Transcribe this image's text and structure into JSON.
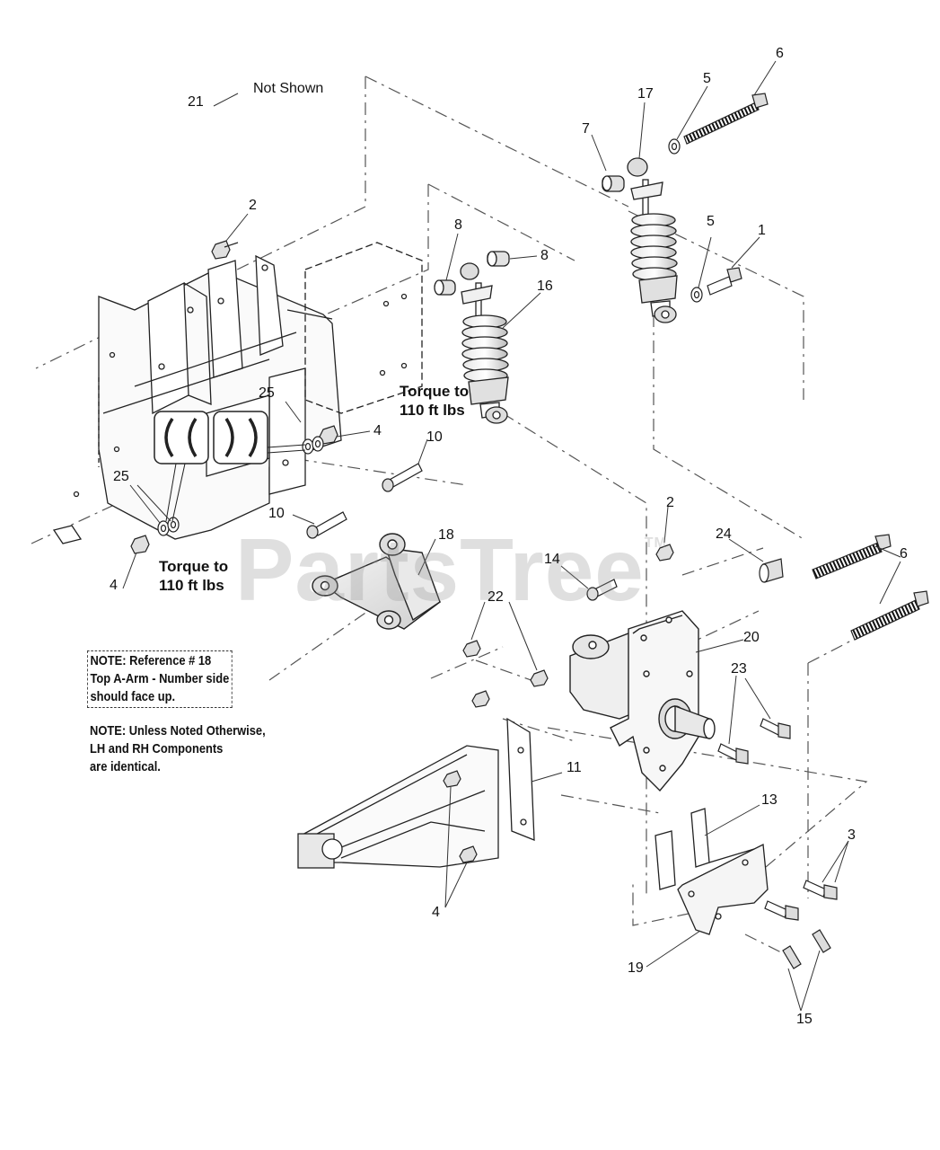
{
  "watermark": {
    "text": "PartsTree",
    "mark": "TM"
  },
  "callouts": [
    {
      "id": "21",
      "label": "21"
    },
    {
      "id": "not-shown",
      "label": "Not Shown"
    },
    {
      "id": "2a",
      "label": "2"
    },
    {
      "id": "25a",
      "label": "25"
    },
    {
      "id": "25b",
      "label": "25"
    },
    {
      "id": "4a",
      "label": "4"
    },
    {
      "id": "4b",
      "label": "4"
    },
    {
      "id": "4c",
      "label": "4"
    },
    {
      "id": "10a",
      "label": "10"
    },
    {
      "id": "10b",
      "label": "10"
    },
    {
      "id": "18",
      "label": "18"
    },
    {
      "id": "8a",
      "label": "8"
    },
    {
      "id": "8b",
      "label": "8"
    },
    {
      "id": "16",
      "label": "16"
    },
    {
      "id": "7",
      "label": "7"
    },
    {
      "id": "17",
      "label": "17"
    },
    {
      "id": "5a",
      "label": "5"
    },
    {
      "id": "5b",
      "label": "5"
    },
    {
      "id": "6a",
      "label": "6"
    },
    {
      "id": "6b",
      "label": "6"
    },
    {
      "id": "1",
      "label": "1"
    },
    {
      "id": "2b",
      "label": "2"
    },
    {
      "id": "24",
      "label": "24"
    },
    {
      "id": "14",
      "label": "14"
    },
    {
      "id": "22",
      "label": "22"
    },
    {
      "id": "20",
      "label": "20"
    },
    {
      "id": "23",
      "label": "23"
    },
    {
      "id": "11",
      "label": "11"
    },
    {
      "id": "13",
      "label": "13"
    },
    {
      "id": "3",
      "label": "3"
    },
    {
      "id": "19",
      "label": "19"
    },
    {
      "id": "15",
      "label": "15"
    }
  ],
  "torque_notes": [
    {
      "line1": "Torque to",
      "line2": "110 ft lbs"
    },
    {
      "line1": "Torque to",
      "line2": "110 ft lbs"
    }
  ],
  "notes": {
    "ref18": [
      "NOTE: Reference # 18",
      "Top A-Arm - Number side",
      "should face up."
    ],
    "general": [
      "NOTE: Unless Noted Otherwise,",
      "LH and RH Components",
      "are identical."
    ]
  }
}
